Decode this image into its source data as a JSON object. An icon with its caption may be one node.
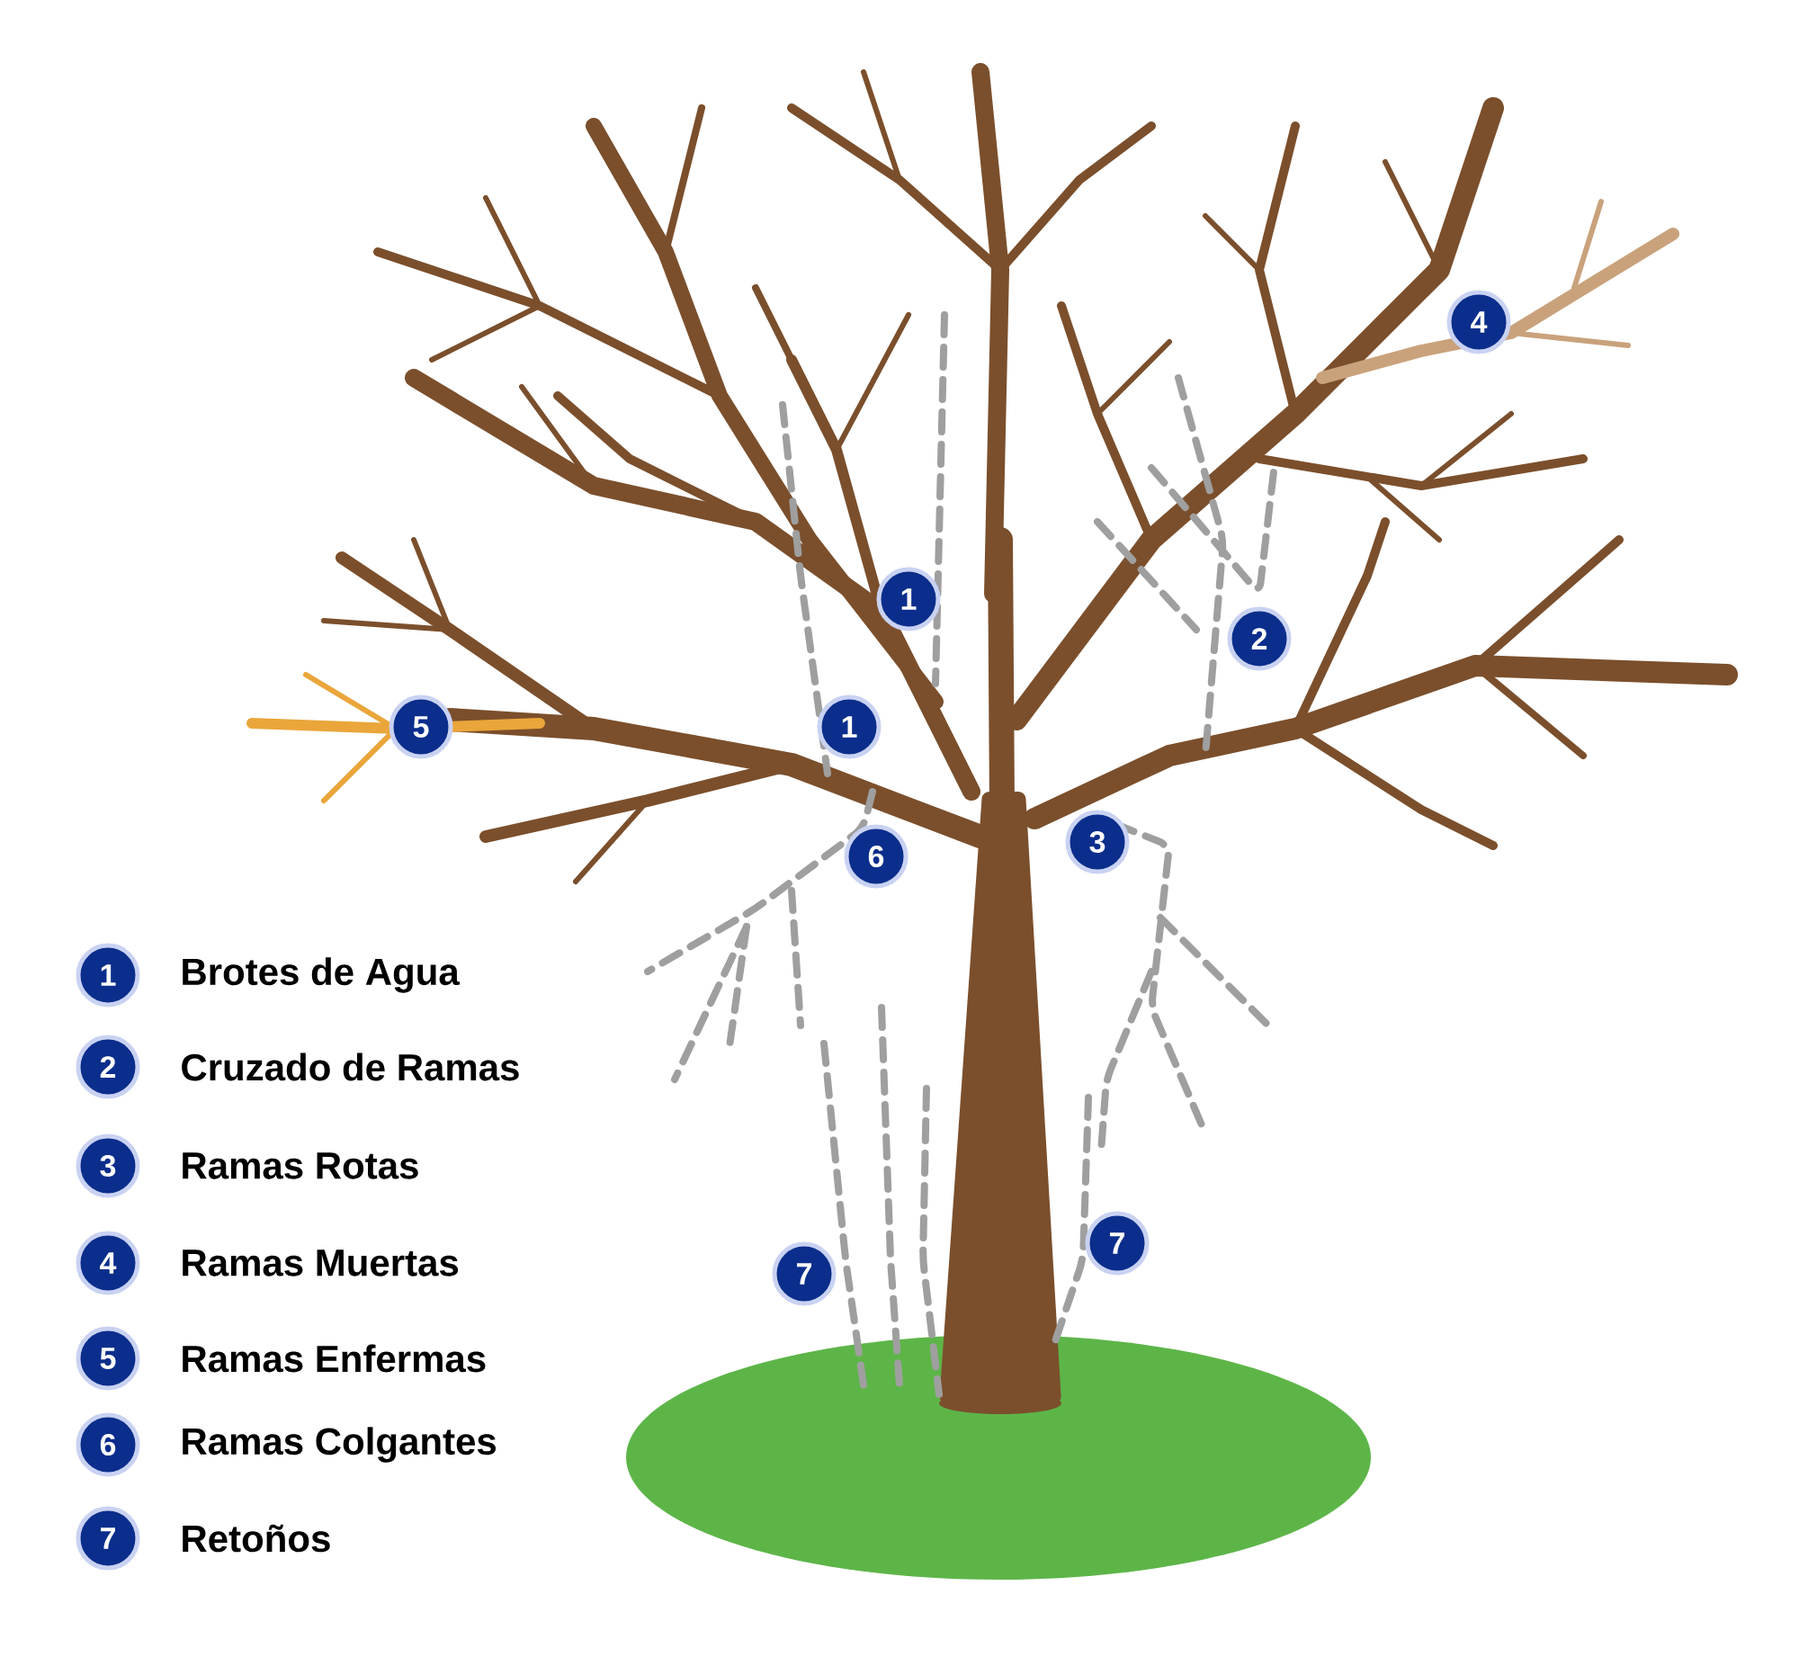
{
  "diagram": {
    "nodes": [
      {
        "text": [
          "1"
        ]
      },
      {
        "text": [
          "1"
        ]
      },
      {
        "text": [
          "2"
        ]
      },
      {
        "text": [
          "3"
        ]
      },
      {
        "text": [
          "4"
        ]
      },
      {
        "text": [
          "5"
        ]
      },
      {
        "text": [
          "6"
        ]
      },
      {
        "text": [
          "7"
        ]
      },
      {
        "text": [
          "7"
        ]
      },
      {
        "text": [
          "1"
        ],
        "beside": [
          "Brotes de Agua"
        ]
      },
      {
        "text": [
          "2"
        ],
        "beside": [
          "Cruzado de Ramas"
        ]
      },
      {
        "text": [
          "3"
        ],
        "beside": [
          "Ramas Rotas"
        ]
      },
      {
        "text": [
          "4"
        ],
        "beside": [
          "Ramas Muertas"
        ]
      },
      {
        "text": [
          "5"
        ],
        "beside": [
          "Ramas Enfermas"
        ]
      },
      {
        "text": [
          "6"
        ],
        "beside": [
          "Ramas Colgantes"
        ]
      },
      {
        "text": [
          "7"
        ],
        "beside": [
          "Retoños"
        ]
      }
    ]
  }
}
